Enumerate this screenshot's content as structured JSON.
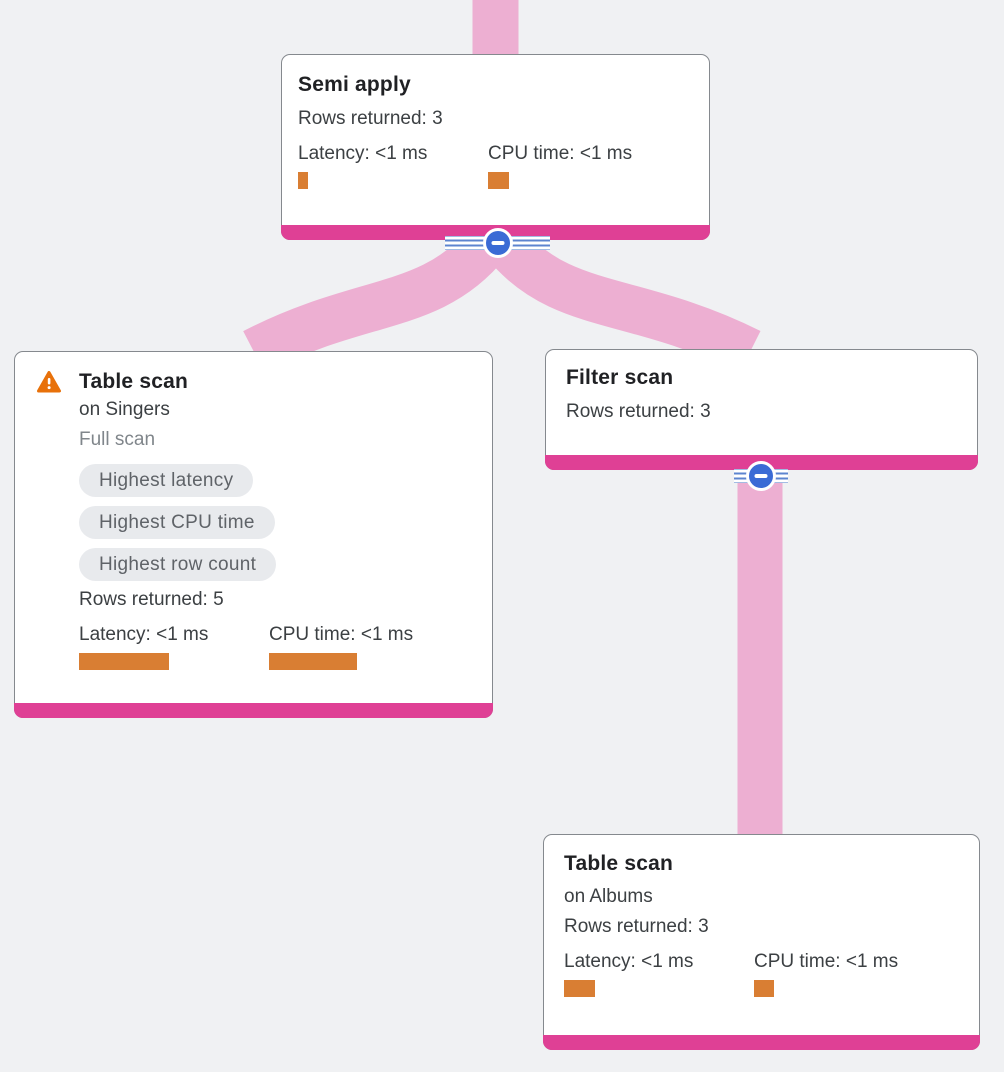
{
  "colors": {
    "background": "#F0F1F3",
    "edge_pink": "#EDAFD2",
    "node_accent_magenta": "#DF4095",
    "metric_bar_orange": "#D97E33",
    "collapse_button_blue": "#3B6BD5",
    "warning_orange": "#E8710A",
    "chip_background": "#E8EAED",
    "chip_text": "#5F6368"
  },
  "icons": {
    "warning": "warning-triangle-icon",
    "collapse": "minus-circle-icon"
  },
  "nodes": {
    "semi_apply": {
      "title": "Semi apply",
      "rows_returned": "Rows returned: 3",
      "latency_label": "Latency: <1 ms",
      "cpu_label": "CPU time: <1 ms",
      "latency_bar_style": "width:10px",
      "cpu_bar_style": "width:21px"
    },
    "table_scan_singers": {
      "title": "Table scan",
      "subtitle": "on Singers",
      "scan_type": "Full scan",
      "badges": [
        "Highest latency",
        "Highest CPU time",
        "Highest row count"
      ],
      "rows_returned": "Rows returned: 5",
      "latency_label": "Latency: <1 ms",
      "cpu_label": "CPU time: <1 ms",
      "latency_bar_style": "width:90px",
      "cpu_bar_style": "width:88px"
    },
    "filter_scan": {
      "title": "Filter scan",
      "rows_returned": "Rows returned: 3"
    },
    "table_scan_albums": {
      "title": "Table scan",
      "subtitle": "on Albums",
      "rows_returned": "Rows returned: 3",
      "latency_label": "Latency: <1 ms",
      "cpu_label": "CPU time: <1 ms",
      "latency_bar_style": "width:31px",
      "cpu_bar_style": "width:20px"
    }
  }
}
